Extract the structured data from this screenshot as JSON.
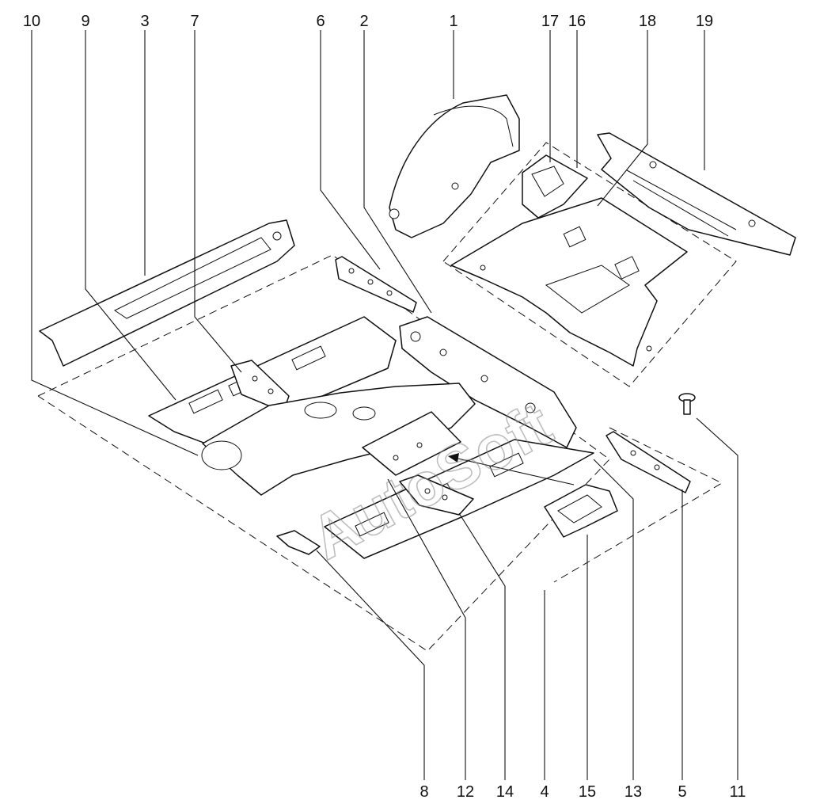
{
  "watermark": "AutoSoft",
  "callouts": [
    {
      "id": "10",
      "label": "10"
    },
    {
      "id": "9",
      "label": "9"
    },
    {
      "id": "3",
      "label": "3"
    },
    {
      "id": "7",
      "label": "7"
    },
    {
      "id": "6",
      "label": "6"
    },
    {
      "id": "2",
      "label": "2"
    },
    {
      "id": "1",
      "label": "1"
    },
    {
      "id": "17",
      "label": "17"
    },
    {
      "id": "16",
      "label": "16"
    },
    {
      "id": "18",
      "label": "18"
    },
    {
      "id": "19",
      "label": "19"
    },
    {
      "id": "8",
      "label": "8"
    },
    {
      "id": "12",
      "label": "12"
    },
    {
      "id": "14",
      "label": "14"
    },
    {
      "id": "4",
      "label": "4"
    },
    {
      "id": "15",
      "label": "15"
    },
    {
      "id": "13",
      "label": "13"
    },
    {
      "id": "5",
      "label": "5"
    },
    {
      "id": "11",
      "label": "11"
    }
  ]
}
